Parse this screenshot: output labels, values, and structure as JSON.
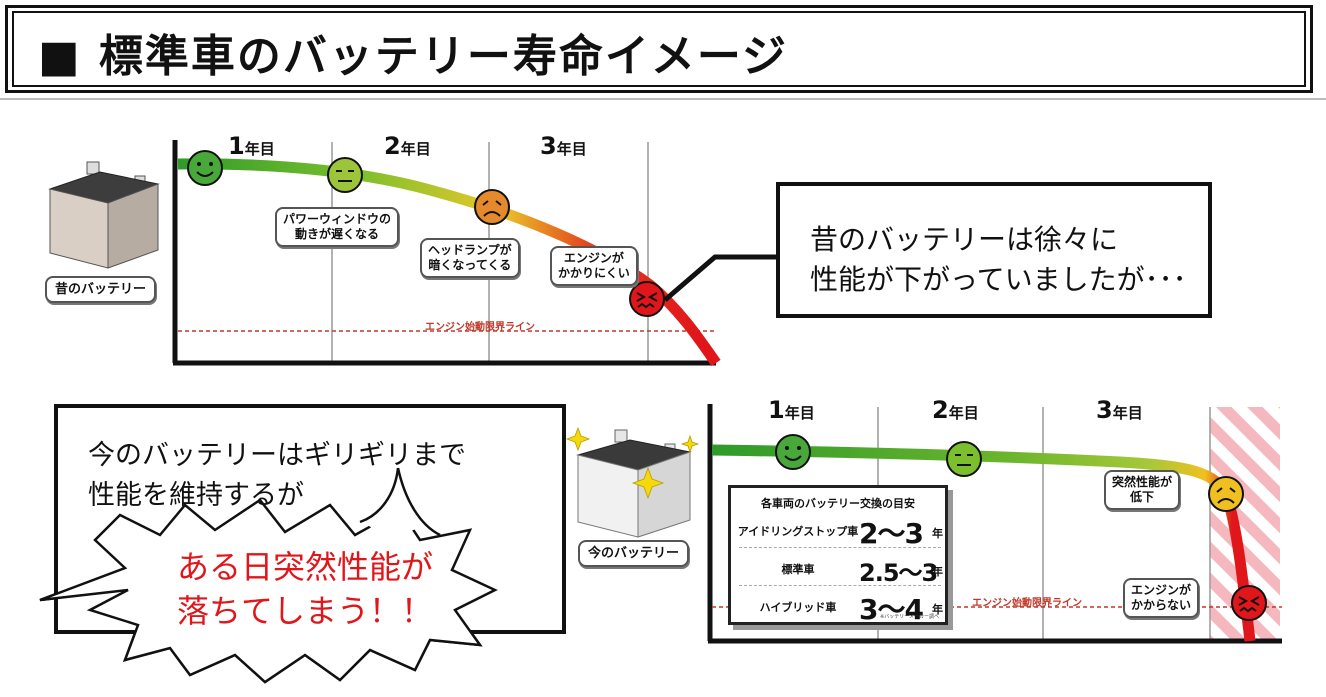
{
  "title": "■ 標準車のバッテリー寿命イメージ",
  "top_section": {
    "years": [
      {
        "num": "1",
        "unit": "年目"
      },
      {
        "num": "2",
        "unit": "年目"
      },
      {
        "num": "3",
        "unit": "年目"
      }
    ],
    "battery_label": "昔のバッテリー",
    "bubbles": [
      {
        "lines": [
          "パワーウィンドウの",
          "動きが遅くなる"
        ]
      },
      {
        "lines": [
          "ヘッドランプが",
          "暗くなってくる"
        ]
      },
      {
        "lines": [
          "エンジンが",
          "かかりにくい"
        ]
      }
    ],
    "limit_line_label": "エンジン始動限界ライン",
    "callout_lines": [
      "昔のバッテリーは徐々に",
      "性能が下がっていましたが･･･"
    ]
  },
  "bottom_section": {
    "callout_lines": [
      "今のバッテリーはギリギリまで",
      "性能を維持するが"
    ],
    "burst_lines": [
      "ある日突然性能が",
      "落ちてしまう！！"
    ],
    "battery_label": "今のバッテリー",
    "years": [
      {
        "num": "1",
        "unit": "年目"
      },
      {
        "num": "2",
        "unit": "年目"
      },
      {
        "num": "3",
        "unit": "年目"
      }
    ],
    "bubbles": [
      {
        "lines": [
          "突然性能が",
          "低下"
        ]
      },
      {
        "lines": [
          "エンジンが",
          "かからない"
        ]
      }
    ],
    "limit_line_label": "エンジン始動限界ライン",
    "table": {
      "title": "各車両のバッテリー交換の目安",
      "rows": [
        {
          "name": "アイドリングストップ車",
          "value": "2〜3",
          "unit": "年"
        },
        {
          "name": "標準車",
          "value": "2.5〜3",
          "unit": "年"
        },
        {
          "name": "ハイブリッド車",
          "value": "3〜4",
          "unit": "年"
        }
      ],
      "note": "※バッテリーメーカー調べ"
    }
  },
  "colors": {
    "good": "#3a9a2a",
    "mid": "#a8c832",
    "warn": "#f0c020",
    "bad": "#e0161b",
    "limit": "#c0392b",
    "hatch": "#f4b8be"
  },
  "icons": {
    "face_1": "smile-face-icon",
    "face_2": "neutral-face-icon",
    "face_3": "worried-face-icon",
    "face_4": "distressed-face-icon",
    "battery": "battery-icon",
    "sparkle": "sparkle-icon"
  }
}
